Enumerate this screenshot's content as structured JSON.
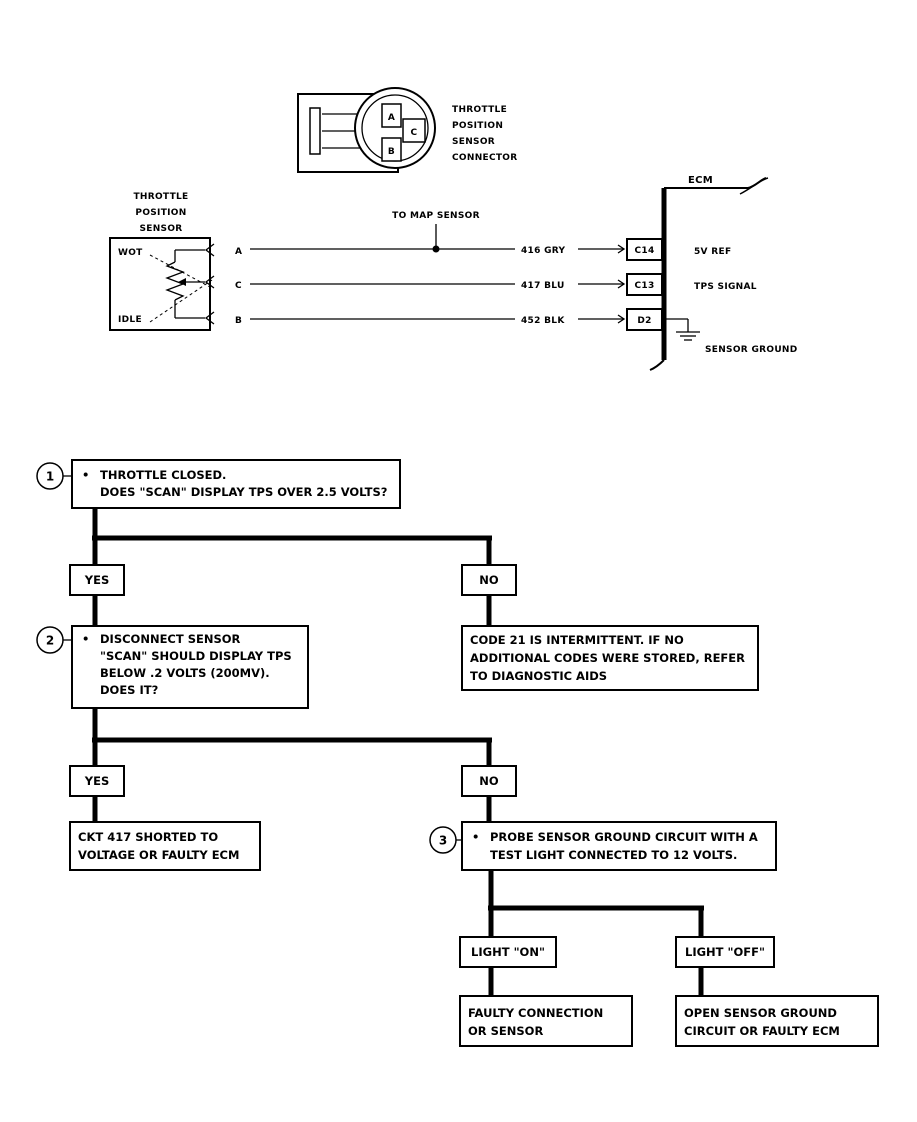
{
  "connector": {
    "pins": [
      "A",
      "C",
      "B"
    ],
    "label": [
      "THROTTLE",
      "POSITION",
      "SENSOR",
      "CONNECTOR"
    ]
  },
  "sensor": {
    "label": [
      "THROTTLE",
      "POSITION",
      "SENSOR"
    ],
    "wot": "WOT",
    "idle": "IDLE",
    "pins": [
      "A",
      "C",
      "B"
    ]
  },
  "wiring": {
    "map_sensor": "TO MAP SENSOR",
    "wires": [
      "416 GRY",
      "417 BLU",
      "452 BLK"
    ],
    "ecm_pins": [
      "C14",
      "C13",
      "D2"
    ],
    "ecm_functions": [
      "5V REF",
      "TPS SIGNAL",
      "SENSOR GROUND"
    ],
    "ecm": "ECM"
  },
  "flowchart": {
    "step1": {
      "num": "1",
      "bullet": "•",
      "lines": [
        "THROTTLE CLOSED.",
        "DOES \"SCAN\" DISPLAY TPS OVER 2.5 VOLTS?"
      ]
    },
    "yes1": "YES",
    "no1": "NO",
    "step2": {
      "num": "2",
      "bullet": "•",
      "lines": [
        "DISCONNECT SENSOR",
        "\"SCAN\" SHOULD DISPLAY TPS",
        "BELOW .2 VOLTS (200MV).",
        "DOES IT?"
      ]
    },
    "no1_result": [
      "CODE 21 IS INTERMITTENT.  IF NO",
      "ADDITIONAL CODES WERE STORED, REFER",
      "TO DIAGNOSTIC AIDS"
    ],
    "yes2": "YES",
    "no2": "NO",
    "yes2_result": [
      "CKT 417 SHORTED TO",
      "VOLTAGE OR FAULTY ECM"
    ],
    "step3": {
      "num": "3",
      "bullet": "•",
      "lines": [
        "PROBE SENSOR GROUND CIRCUIT WITH A",
        "TEST LIGHT CONNECTED TO 12 VOLTS."
      ]
    },
    "light_on": "LIGHT \"ON\"",
    "light_off": "LIGHT \"OFF\"",
    "on_result": [
      "FAULTY CONNECTION",
      "OR SENSOR"
    ],
    "off_result": [
      "OPEN SENSOR GROUND",
      "CIRCUIT OR FAULTY ECM"
    ]
  }
}
